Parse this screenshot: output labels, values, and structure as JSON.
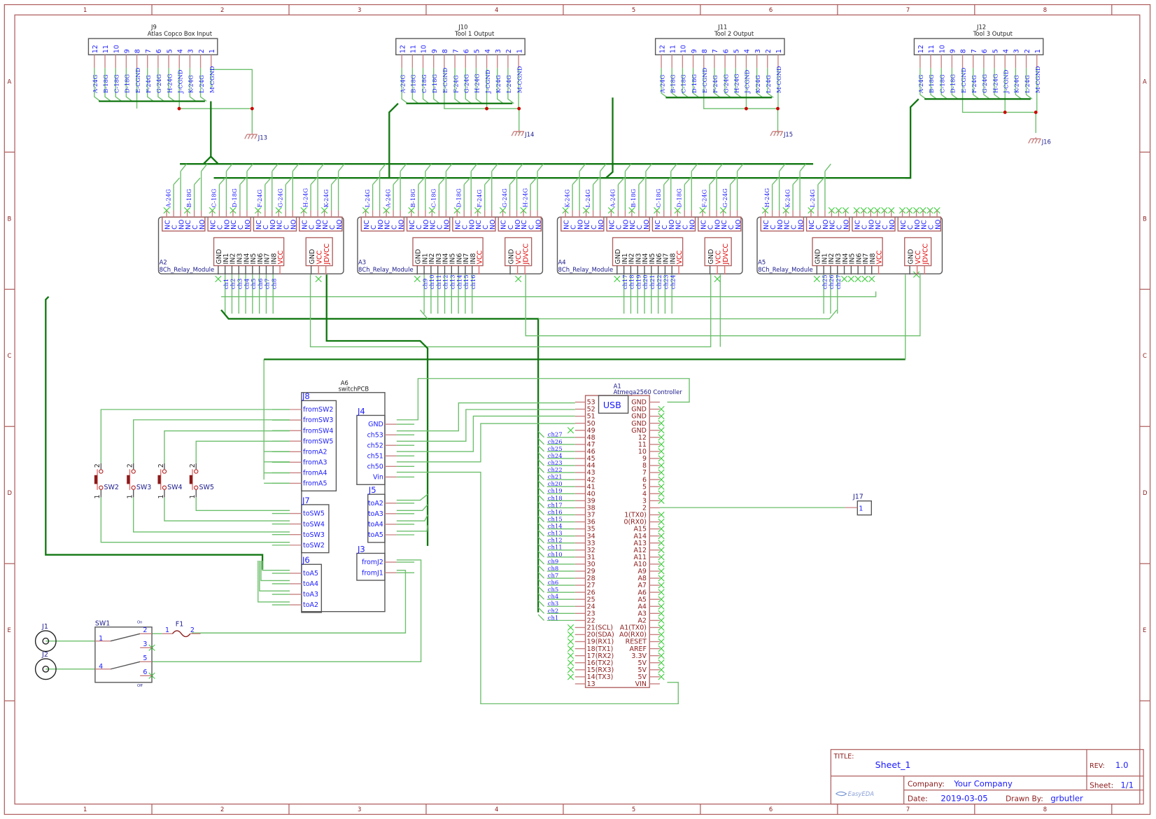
{
  "frame": {
    "col_labels": [
      "1",
      "2",
      "3",
      "4",
      "5",
      "6",
      "7",
      "8"
    ],
    "row_labels": [
      "A",
      "B",
      "C",
      "D",
      "E"
    ]
  },
  "connectors_top": [
    {
      "ref": "J9",
      "name": "Atlas Copco Box Input",
      "gnd": "J13"
    },
    {
      "ref": "J10",
      "name": "Tool 1 Output",
      "gnd": "J14"
    },
    {
      "ref": "J11",
      "name": "Tool 2 Output",
      "gnd": "J15"
    },
    {
      "ref": "J12",
      "name": "Tool 3 Output",
      "gnd": "J16"
    }
  ],
  "connector_pins": [
    "12",
    "11",
    "10",
    "9",
    "8",
    "7",
    "6",
    "5",
    "4",
    "3",
    "2",
    "1"
  ],
  "connector_nets": [
    "A-24G",
    "B-18G",
    "C-18G",
    "D-18G",
    "E-CGND",
    "F-24G",
    "G-24G",
    "H-24G",
    "J-CGND",
    "K-24G",
    "L-24G",
    "M-CGND"
  ],
  "relay_modules": [
    {
      "ref": "A2",
      "name": "8Ch_Relay_Module",
      "nets": [
        "A-24G",
        "B-18G",
        "C-18G",
        "D-18G",
        "F-24G",
        "G-24G",
        "H-24G",
        "K-24G"
      ],
      "ch": [
        "ch1",
        "ch2",
        "ch3",
        "ch4",
        "ch5",
        "ch6",
        "ch7",
        "ch8"
      ]
    },
    {
      "ref": "A3",
      "name": "8Ch_Relay_Module",
      "nets": [
        "L-24G",
        "A-24G",
        "B-18G",
        "C-18G",
        "D-18G",
        "F-24G",
        "G-24G",
        "H-24G"
      ],
      "ch": [
        "ch9",
        "ch10",
        "ch11",
        "ch12",
        "ch13",
        "ch14",
        "ch15",
        "ch16"
      ]
    },
    {
      "ref": "A4",
      "name": "8Ch_Relay_Module",
      "nets": [
        "K-24G",
        "L-24G",
        "A-24G",
        "B-18G",
        "C-18G",
        "D-18G",
        "F-24G",
        "G-24G"
      ],
      "ch": [
        "ch17",
        "ch18",
        "ch19",
        "ch20",
        "ch21",
        "ch22",
        "ch23",
        "ch24"
      ]
    },
    {
      "ref": "A5",
      "name": "8Ch_Relay_Module",
      "nets": [
        "H-24G",
        "K-24G",
        "L-24G",
        "",
        "",
        "",
        "",
        ""
      ],
      "ch": [
        "ch25",
        "ch26",
        "ch27",
        "",
        "",
        "",
        "",
        ""
      ]
    }
  ],
  "relay_pins": [
    "NC",
    "C",
    "NO"
  ],
  "relay_input_pins": [
    "GND",
    "IN1",
    "IN2",
    "IN3",
    "IN4",
    "IN5",
    "IN6",
    "IN7",
    "IN8",
    "VCC"
  ],
  "relay_power_pins": [
    "GND",
    "VCC",
    "JDVCC"
  ],
  "switch_pcb": {
    "ref": "A6",
    "name": "switchPCB",
    "j8": {
      "label": "J8",
      "pins": [
        "fromSW2",
        "fromSW3",
        "fromSW4",
        "fromSW5",
        "fromA2",
        "fromA3",
        "fromA4",
        "fromA5"
      ]
    },
    "j4": {
      "label": "J4",
      "pins": [
        "GND",
        "ch53",
        "ch52",
        "ch51",
        "ch50",
        "Vin"
      ]
    },
    "j5": {
      "label": "J5",
      "pins": [
        "toA2",
        "toA3",
        "toA4",
        "toA5"
      ]
    },
    "j7": {
      "label": "J7",
      "pins": [
        "toSW5",
        "toSW4",
        "toSW3",
        "toSW2"
      ]
    },
    "j3": {
      "label": "J3",
      "pins": [
        "fromJ2",
        "fromJ1"
      ]
    },
    "j6": {
      "label": "J6",
      "pins": [
        "toA5",
        "toA4",
        "toA3",
        "toA2"
      ]
    }
  },
  "pushbuttons": [
    {
      "ref": "SW2",
      "pin_top": "2",
      "pin_bottom": "1"
    },
    {
      "ref": "SW3",
      "pin_top": "2",
      "pin_bottom": "1"
    },
    {
      "ref": "SW4",
      "pin_top": "2",
      "pin_bottom": "1"
    },
    {
      "ref": "SW5",
      "pin_top": "2",
      "pin_bottom": "1"
    }
  ],
  "controller": {
    "ref": "A1",
    "name": "Atmega2560 Controller",
    "usb": "USB",
    "left_pins": [
      "53",
      "52",
      "51",
      "50",
      "49",
      "48",
      "47",
      "46",
      "45",
      "44",
      "43",
      "42",
      "41",
      "40",
      "39",
      "38",
      "37",
      "36",
      "35",
      "34",
      "33",
      "32",
      "31",
      "30",
      "29",
      "28",
      "27",
      "26",
      "25",
      "24",
      "23",
      "22",
      "21(SCL)",
      "20(SDA)",
      "19(RX1)",
      "18(TX1)",
      "17(RX2)",
      "16(TX2)",
      "15(RX3)",
      "14(TX3)",
      "13"
    ],
    "right_pins": [
      "GND",
      "GND",
      "GND",
      "GND",
      "GND",
      "12",
      "11",
      "10",
      "9",
      "8",
      "7",
      "6",
      "5",
      "4",
      "3",
      "2",
      "1(TX0)",
      "0(RX0)",
      "A15",
      "A14",
      "A13",
      "A12",
      "A11",
      "A10",
      "A9",
      "A8",
      "A7",
      "A6",
      "A5",
      "A4",
      "A3",
      "A2",
      "A1(TX0)",
      "A0(RX0)",
      "RESET",
      "AREF",
      "3.3V",
      "5V",
      "5V",
      "5V",
      "VIN"
    ],
    "ch_nets": [
      "ch27",
      "ch26",
      "ch25",
      "ch24",
      "ch23",
      "ch22",
      "ch21",
      "ch20",
      "ch19",
      "ch18",
      "ch17",
      "ch16",
      "ch15",
      "ch14",
      "ch13",
      "ch12",
      "ch11",
      "ch10",
      "ch9",
      "ch8",
      "ch7",
      "ch6",
      "ch5",
      "ch4",
      "ch3",
      "ch2",
      "ch1"
    ]
  },
  "j17": {
    "ref": "J17",
    "pin": "1"
  },
  "power": {
    "j1": "J1",
    "j2": "J2",
    "sw1": {
      "ref": "SW1",
      "on": "On",
      "off": "Off",
      "pins": [
        "1",
        "2",
        "3",
        "4",
        "5",
        "6"
      ]
    },
    "f1": {
      "ref": "F1",
      "pin1": "1",
      "pin2": "2"
    }
  },
  "title_block": {
    "title_label": "TITLE:",
    "title": "Sheet_1",
    "rev_label": "REV:",
    "rev": "1.0",
    "company_label": "Company:",
    "company": "Your Company",
    "sheet_label": "Sheet:",
    "sheet": "1/1",
    "date_label": "Date:",
    "date": "2019-03-05",
    "drawn_label": "Drawn By:",
    "drawn": "grbutler",
    "logo": "EasyEDA"
  }
}
